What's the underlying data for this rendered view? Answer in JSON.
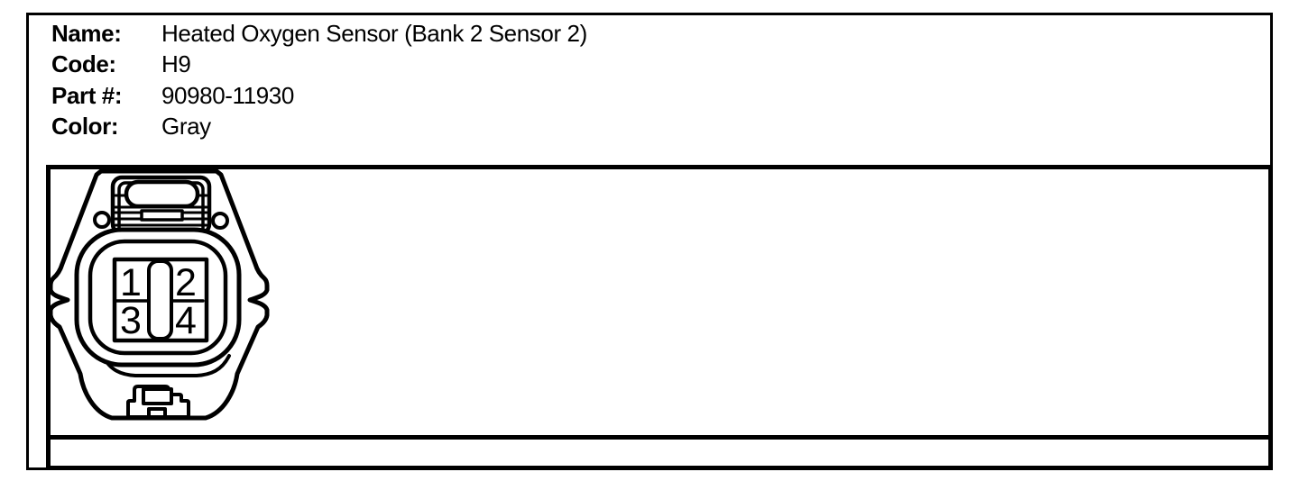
{
  "header": {
    "fields": [
      {
        "label": "Name:",
        "value": "Heated Oxygen Sensor (Bank 2 Sensor 2)"
      },
      {
        "label": "Code:",
        "value": "H9"
      },
      {
        "label": "Part #:",
        "value": "90980-11930"
      },
      {
        "label": "Color:",
        "value": "Gray"
      }
    ]
  },
  "connector": {
    "pins": [
      {
        "number": "1"
      },
      {
        "number": "2"
      },
      {
        "number": "3"
      },
      {
        "number": "4"
      }
    ]
  },
  "colors": {
    "line": "#000000",
    "background": "#ffffff"
  }
}
